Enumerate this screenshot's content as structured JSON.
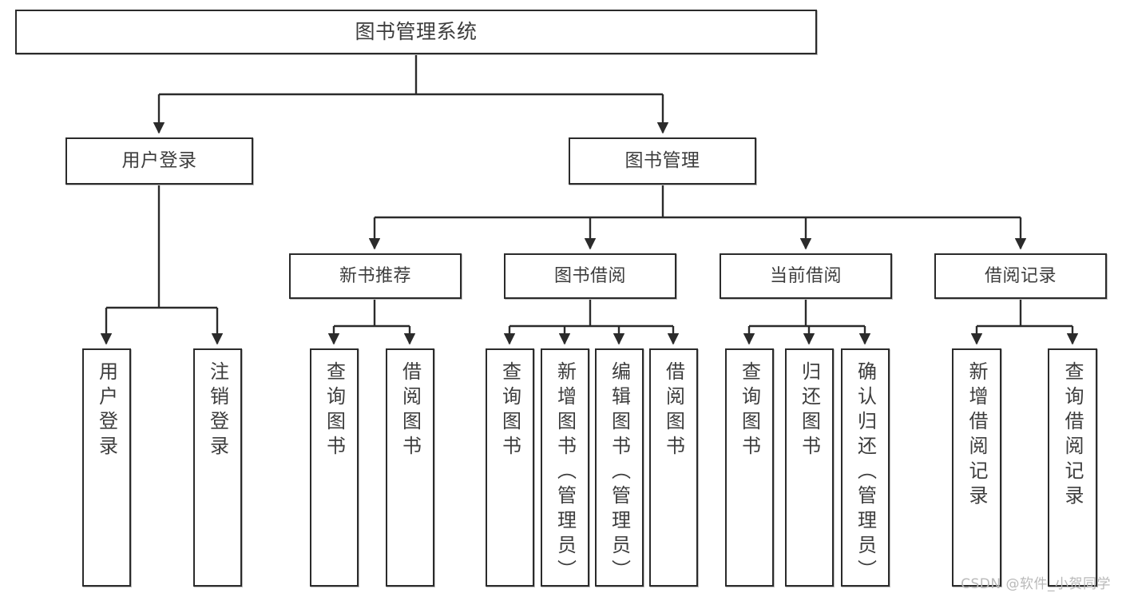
{
  "diagram": {
    "type": "tree",
    "title": "图书管理系统",
    "orientation": "top-down",
    "colors": {
      "box_border": "#2b2b2b",
      "box_fill": "#ffffff",
      "edge": "#2b2b2b",
      "text": "#3d3d3d",
      "watermark": "#b9b9b9"
    },
    "root": {
      "label": "图书管理系统"
    },
    "level2": [
      {
        "label": "用户登录"
      },
      {
        "label": "图书管理"
      }
    ],
    "level3": [
      {
        "label": "新书推荐"
      },
      {
        "label": "图书借阅"
      },
      {
        "label": "当前借阅"
      },
      {
        "label": "借阅记录"
      }
    ],
    "leaves": {
      "user_login": [
        {
          "label": "用户登录"
        },
        {
          "label": "注销登录"
        }
      ],
      "new_book_recommend": [
        {
          "label": "查询图书"
        },
        {
          "label": "借阅图书"
        }
      ],
      "book_borrow": [
        {
          "label": "查询图书"
        },
        {
          "label": "新增图书（管理员）"
        },
        {
          "label": "编辑图书（管理员）"
        },
        {
          "label": "借阅图书"
        }
      ],
      "current_borrow": [
        {
          "label": "查询图书"
        },
        {
          "label": "归还图书"
        },
        {
          "label": "确认归还（管理员）"
        }
      ],
      "borrow_record": [
        {
          "label": "新增借阅记录"
        },
        {
          "label": "查询借阅记录"
        }
      ]
    }
  },
  "watermark": {
    "text": "CSDN @软件_小贺同学"
  }
}
